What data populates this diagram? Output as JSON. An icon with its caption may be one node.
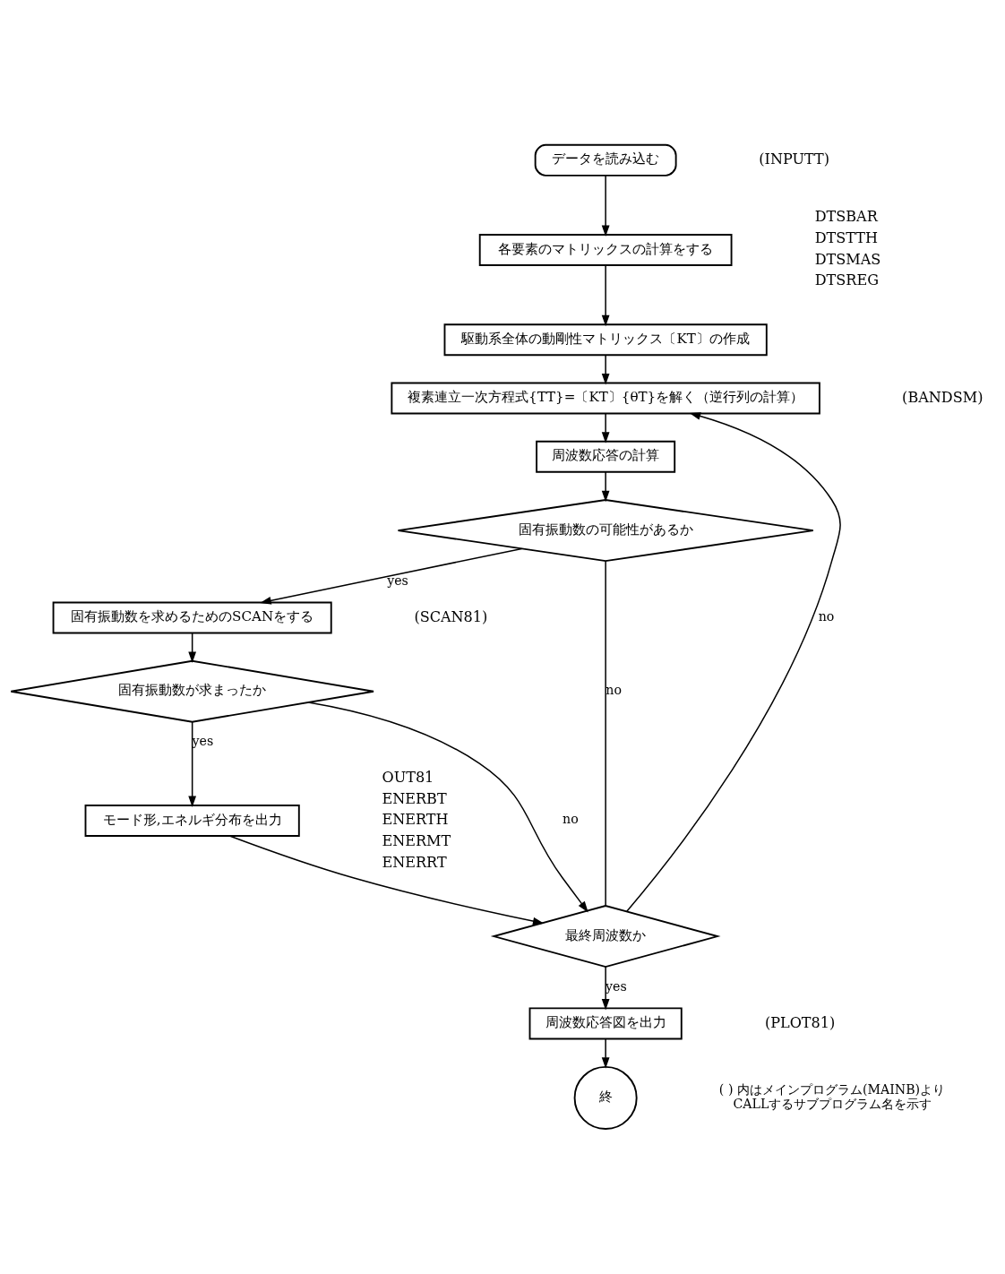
{
  "diagram": {
    "nodes": [
      {
        "text": [
          "データを読み込む"
        ]
      },
      {
        "text": [
          "各要素のマトリックスの計算をする"
        ]
      },
      {
        "text": [
          "駆動系全体の動剛性マトリックス〔KT〕の作成"
        ]
      },
      {
        "text": [
          "複素連立一次方程式{TT}=〔KT〕{θT}を解く（逆行列の計算）"
        ]
      },
      {
        "text": [
          "周波数応答の計算"
        ]
      },
      {
        "text": [
          "固有振動数の可能性があるか"
        ]
      },
      {
        "text": [
          "固有振動数を求めるためのSCANをする"
        ]
      },
      {
        "text": [
          "固有振動数が求まったか"
        ]
      },
      {
        "text": [
          "モード形,エネルギ分布を出力"
        ],
        "beside": [
          "OUT81",
          "ENERBT",
          "ENERTH",
          "ENERMT",
          "ENERRT"
        ]
      },
      {
        "text": [
          "最終周波数か"
        ]
      },
      {
        "text": [
          "周波数応答図を出力"
        ]
      },
      {
        "text": [
          "終"
        ]
      }
    ],
    "edges": [
      {
        "from": 0,
        "to": 1,
        "arrow": "to"
      },
      {
        "from": 1,
        "to": 2,
        "arrow": "to"
      },
      {
        "from": 2,
        "to": 3,
        "arrow": "to"
      },
      {
        "from": 3,
        "to": 4,
        "arrow": "to"
      },
      {
        "from": 4,
        "to": 5,
        "arrow": "to"
      },
      {
        "from": 5,
        "to": 6,
        "label": "yes",
        "arrow": "to"
      },
      {
        "from": 5,
        "to": 9,
        "label": "no",
        "arrow": "none"
      },
      {
        "from": 6,
        "to": 7,
        "arrow": "to"
      },
      {
        "from": 7,
        "to": 8,
        "label": "yes",
        "arrow": "to"
      },
      {
        "from": 7,
        "to": 9,
        "label": "no",
        "arrow": "to"
      },
      {
        "from": 8,
        "to": 9,
        "arrow": "to"
      },
      {
        "from": 9,
        "to": 3,
        "label": "no",
        "arrow": "to"
      },
      {
        "from": 9,
        "to": 10,
        "label": "yes",
        "arrow": "to"
      },
      {
        "from": 10,
        "to": 11,
        "arrow": "to"
      }
    ],
    "labels": [
      "(INPUTT)",
      "DTSBAR",
      "DTSTTH",
      "DTSMAS",
      "DTSREG",
      "(BANDSM)",
      "(SCAN81)",
      "(PLOT81)",
      "( ) 内はメインプログラム(MAINB)より CALLするサブプログラム名を示す"
    ]
  }
}
